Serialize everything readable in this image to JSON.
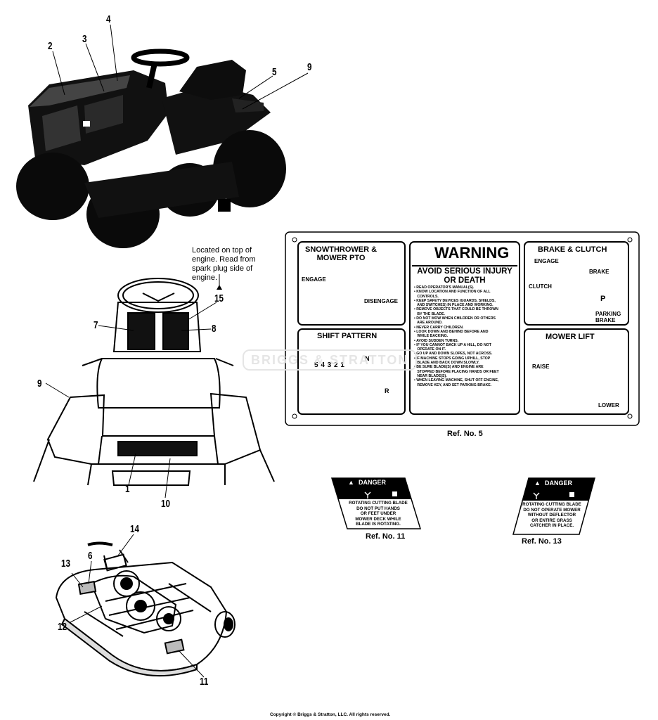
{
  "callouts": {
    "c1": "1",
    "c2": "2",
    "c3": "3",
    "c4": "4",
    "c5": "5",
    "c6": "6",
    "c7": "7",
    "c8": "8",
    "c9a": "9",
    "c9b": "9",
    "c10": "10",
    "c11": "11",
    "c12": "12",
    "c13": "13",
    "c14": "14",
    "c15": "15"
  },
  "engine_note": "Located on top of\nengine. Read from\nspark plug side of\nengine.",
  "decal5": {
    "pto_title": "SNOWTHROWER &\nMOWER PTO",
    "engage": "ENGAGE",
    "disengage": "DISENGAGE",
    "warning_title": "WARNING",
    "warning_sub": "AVOID SERIOUS INJURY\nOR DEATH",
    "warning_items": "• READ OPERATOR'S MANUAL(S).\n• KNOW LOCATION AND FUNCTION OF ALL\n   CONTROLS.\n• KEEP SAFETY DEVICES (GUARDS, SHIELDS,\n   AND SWITCHES) IN PLACE AND WORKING.\n• REMOVE OBJECTS THAT COULD BE THROWN\n   BY THE BLADE.\n• DO NOT MOW WHEN CHILDREN OR OTHERS\n   ARE AROUND.\n• NEVER CARRY CHILDREN.\n• LOOK DOWN AND BEHIND BEFORE AND\n   WHILE BACKING.\n• AVOID SUDDEN TURNS.\n• IF YOU CANNOT BACK UP A HILL, DO NOT\n   OPERATE ON IT.\n• GO UP AND DOWN SLOPES, NOT ACROSS.\n• IF MACHINE STOPS GOING UPHILL, STOP\n   BLADE AND BACK DOWN SLOWLY.\n• BE SURE BLADE(S) AND ENGINE ARE\n   STOPPED BEFORE PLACING HANDS OR FEET\n   NEAR BLADE(S).\n• WHEN LEAVING MACHINE, SHUT OFF ENGINE,\n   REMOVE KEY, AND SET PARKING BRAKE.",
    "shift_title": "SHIFT PATTERN",
    "gears": "5 4 3 2 1",
    "neutral": "N",
    "reverse": "R",
    "brake_title": "BRAKE & CLUTCH",
    "brake_engage": "ENGAGE",
    "brake": "BRAKE",
    "clutch": "CLUTCH",
    "p": "P",
    "parking_brake": "PARKING\nBRAKE",
    "lift_title": "MOWER LIFT",
    "raise": "RAISE",
    "lower": "LOWER",
    "watermark": "BRIGGS & STRATTON",
    "ref": "Ref. No. 5"
  },
  "decal11": {
    "title": "DANGER",
    "text": "ROTATING CUTTING BLADE\nDO NOT PUT HANDS\nOR FEET UNDER\nMOWER DECK WHILE\nBLADE IS ROTATING.",
    "ref": "Ref. No. 11"
  },
  "decal13": {
    "title": "DANGER",
    "text": "ROTATING CUTTING BLADE\nDO NOT OPERATE MOWER\nWITHOUT DEFLECTOR\nOR ENTIRE GRASS\nCATCHER IN PLACE.",
    "ref": "Ref. No. 13"
  },
  "copyright": "Copyright © Briggs & Stratton, LLC. All rights reserved."
}
